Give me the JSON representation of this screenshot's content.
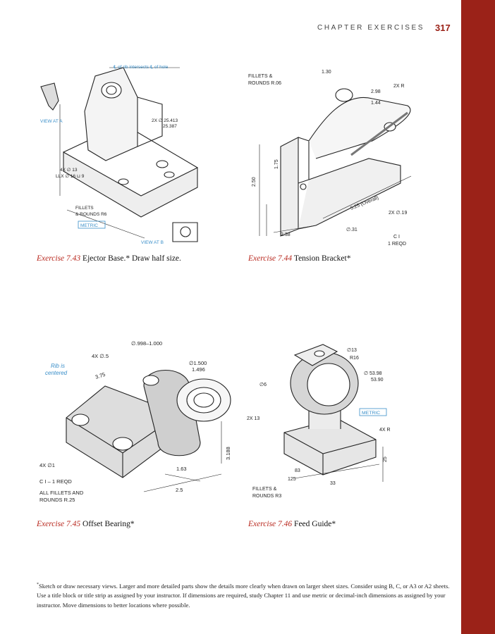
{
  "header": {
    "section": "CHAPTER EXERCISES",
    "page_number": "317"
  },
  "exercises": [
    {
      "label": "Exercise 7.43",
      "title": "Ejector Base.* Draw half size.",
      "notes": {
        "rib": "℄ of rib intersects ℄ of hole",
        "view_a": "VIEW AT A",
        "view_b": "VIEW AT B",
        "fillets": "FILLETS",
        "rounds": "& ROUNDS R6",
        "metric": "METRIC",
        "holes1": "4X ∅ 13",
        "holes2": "LLX ∅ 16 ⊔ 9",
        "bore": "2X ∅ 25.413",
        "bore2": "25.387"
      }
    },
    {
      "label": "Exercise 7.44",
      "title": "Tension Bracket*",
      "notes": {
        "fillets": "FILLETS &",
        "rounds": "ROUNDS R.06",
        "r2x": "2X R",
        "d1": "2.50",
        "d2": "1.75",
        "d3": "2.38",
        "d4": "5.25 (Overall)",
        "d5": "2X ∅.19",
        "d6": "∅.31",
        "d7": "2.98",
        "d8": "1.44",
        "d9": "1.30",
        "material": "C I",
        "reqd": "1 REQD"
      }
    },
    {
      "label": "Exercise 7.45",
      "title": "Offset Bearing*",
      "notes": {
        "rib": "Rib is",
        "rib2": "centered",
        "d1": "∅.998–1.000",
        "d2": "4X ∅.5",
        "d3": "3.75",
        "d4": "4X ∅1",
        "d5": "3.188",
        "d6": "1.63",
        "d7": "2.5",
        "d8": "∅1.500",
        "d9": "1.496",
        "material": "C I – 1 REQD",
        "fillets": "ALL FILLETS AND",
        "rounds": "ROUNDS R.25"
      }
    },
    {
      "label": "Exercise 7.46",
      "title": "Feed Guide*",
      "notes": {
        "d1": "∅13",
        "d2": "R16",
        "d3": "∅ 53.98",
        "d4": "53.90",
        "d5": "∅6",
        "metric": "METRIC",
        "d6": "4X R",
        "d7": "2X 13",
        "d8": "25",
        "d9": "83",
        "d10": "125",
        "d11": "33",
        "fillets": "FILLETS &",
        "rounds": "ROUNDS R3"
      }
    }
  ],
  "footnote": {
    "mark": "*",
    "text": "Sketch or draw necessary views. Larger and more detailed parts show the details more clearly when drawn on larger sheet sizes. Consider using B, C, or A3 or A2 sheets. Use a title block or title strip as assigned by your instructor. If dimensions are required, study Chapter 11 and use metric or decimal-inch dimensions as assigned by your instructor. Move dimensions to better locations where possible."
  },
  "colors": {
    "sidebar": "#9b2218",
    "accent": "#b8271d",
    "callout": "#3a8fc9"
  }
}
